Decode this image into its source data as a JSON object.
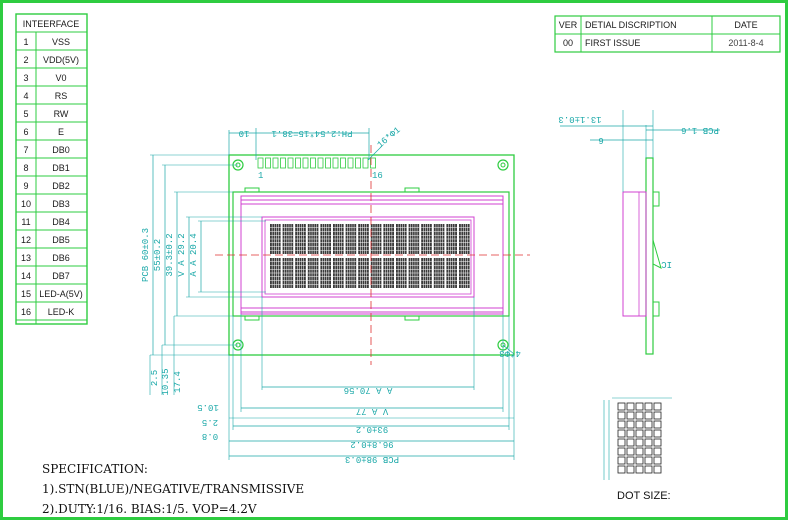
{
  "interface": {
    "header": "INTEERFACE",
    "pins": [
      {
        "num": "1",
        "name": "VSS"
      },
      {
        "num": "2",
        "name": "VDD(5V)"
      },
      {
        "num": "3",
        "name": "V0"
      },
      {
        "num": "4",
        "name": "RS"
      },
      {
        "num": "5",
        "name": "RW"
      },
      {
        "num": "6",
        "name": "E"
      },
      {
        "num": "7",
        "name": "DB0"
      },
      {
        "num": "8",
        "name": "DB1"
      },
      {
        "num": "9",
        "name": "DB2"
      },
      {
        "num": "10",
        "name": "DB3"
      },
      {
        "num": "11",
        "name": "DB4"
      },
      {
        "num": "12",
        "name": "DB5"
      },
      {
        "num": "13",
        "name": "DB6"
      },
      {
        "num": "14",
        "name": "DB7"
      },
      {
        "num": "15",
        "name": "LED-A(5V)"
      },
      {
        "num": "16",
        "name": "LED-K"
      }
    ]
  },
  "revision": {
    "col_ver": "VER",
    "col_desc": "DETIAL DISCRIPTION",
    "col_date": "DATE",
    "ver": "00",
    "desc": "FIRST ISSUE",
    "date": "2011-8-4"
  },
  "dimensions": {
    "pitch": "PH:2.54*15=38.1",
    "left_offset": "10",
    "pin_one": "1",
    "pin_sixteen": "16",
    "hole_label_top": "16*Φ1",
    "hole_label_bottom": "4*Φ3",
    "pcb_height": "PCB 60±0.3",
    "h55": "55±0.2",
    "h39": "39.3±0.2",
    "va_h": "V A 29.2",
    "aa_h": "A A 20.4",
    "l25": "2.5",
    "l1035": "10.35",
    "l174": "17.4",
    "aa_w": "A A 70.56",
    "va_w": "V A 77",
    "w105": "10.5",
    "w25": "2.5",
    "w08": "0.8",
    "w93": "93±0.2",
    "w968": "96.8±0.2",
    "pcb_w": "PCB 98±0.3",
    "thick": "13.1±0.3",
    "pcb_t": "PCB 1.6",
    "side_6": "6",
    "ic": "IC"
  },
  "specification": {
    "title": "SPECIFICATION:",
    "lines": [
      "1).STN(BLUE)/NEGATIVE/TRANSMISSIVE",
      "2).DUTY:1/16. BIAS:1/5. VOP=4.2V"
    ]
  },
  "dot_size_label": "DOT SIZE:"
}
